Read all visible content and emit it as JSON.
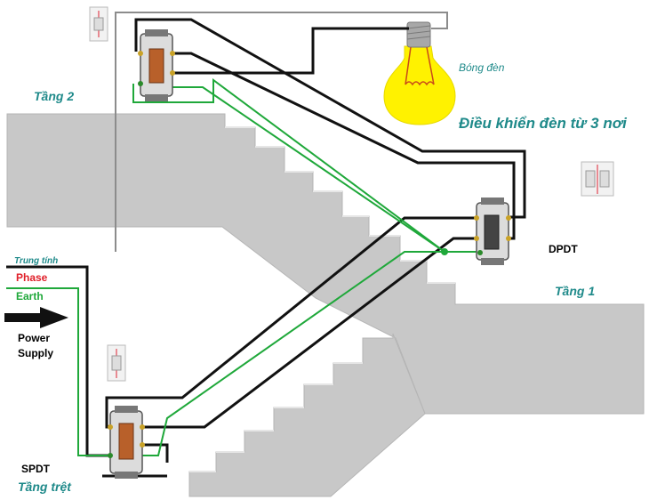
{
  "labels": {
    "title": "Điều khiển đèn từ 3 nơi",
    "bulb": "Bóng đèn",
    "floor2": "Tầng 2",
    "floor1": "Tầng 1",
    "ground": "Tầng trệt",
    "neutral": "Trung tính",
    "phase": "Phase",
    "earth": "Earth",
    "power_line1": "Power",
    "power_line2": "Supply",
    "dpdt": "DPDT",
    "spdt": "SPDT"
  },
  "colors": {
    "stairs": "#c8c8c8",
    "wire_black": "#111111",
    "wire_green": "#1fa83a",
    "wire_gray": "#8c8c8c",
    "bulb": "#fff200",
    "teal_text": "#1f8a8a",
    "phase_red": "#e0202a"
  },
  "icons": {
    "bulb": "light-bulb-icon",
    "arrow": "arrow-right-icon",
    "switch": "wall-switch-icon",
    "switch_plate": "switch-plate-icon"
  }
}
